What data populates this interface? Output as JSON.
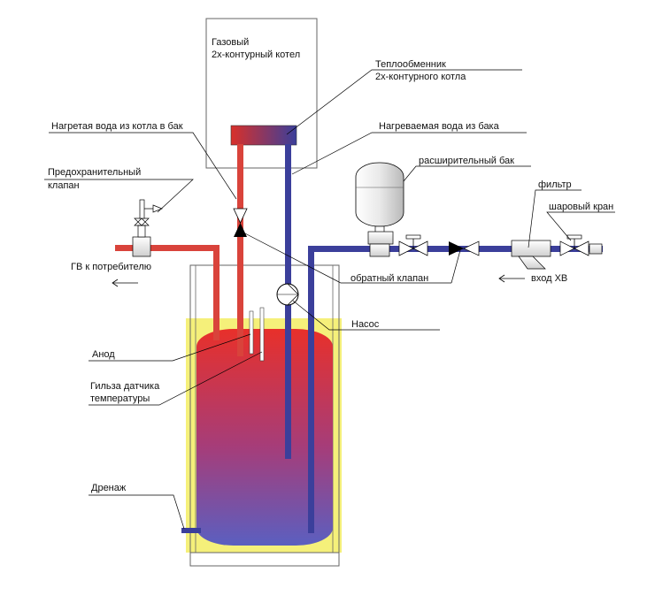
{
  "labels": {
    "boiler": [
      "Газовый",
      "2х-контурный котел"
    ],
    "heat_exchanger": [
      "Теплообменник",
      "2х-контурного котла"
    ],
    "heated_from_boiler": "Нагретая вода из котла в бак",
    "heated_from_tank": "Нагреваемая вода из бака",
    "safety_valve": [
      "Предохранительный",
      "клапан"
    ],
    "expansion_tank": "расширительный бак",
    "filter": "фильтр",
    "ball_valve": "шаровый кран",
    "hot_water_out": "ГВ к потребителю",
    "check_valve": "обратный клапан",
    "cold_water_in": "вход ХВ",
    "pump": "Насос",
    "anode": "Анод",
    "sensor_sleeve": [
      "Гильза датчика",
      "температуры"
    ],
    "drain": "Дренаж"
  },
  "colors": {
    "hot_pipe": "#d9433b",
    "cold_pipe": "#3b3f9b",
    "tank_insulation": "#f5f07a",
    "tank_hot": "#e8302a",
    "tank_cold": "#5b5fc0",
    "line": "#000000"
  }
}
